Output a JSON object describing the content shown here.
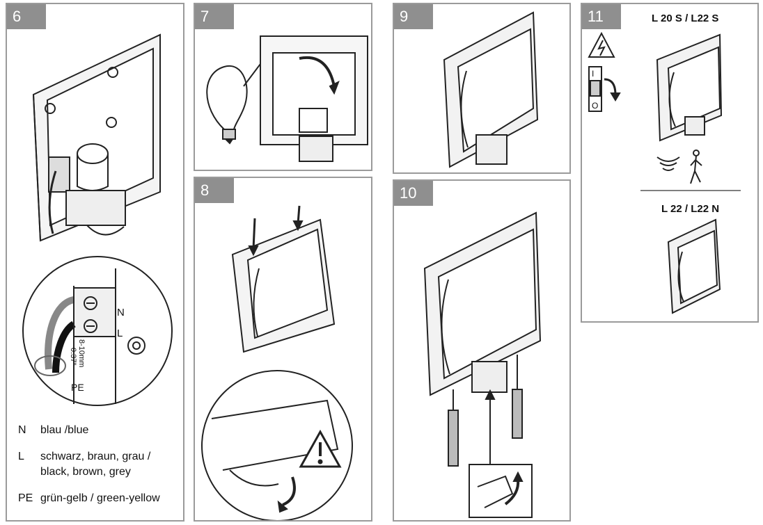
{
  "steps": [
    {
      "number": "6"
    },
    {
      "number": "7"
    },
    {
      "number": "8"
    },
    {
      "number": "9"
    },
    {
      "number": "10"
    },
    {
      "number": "11"
    }
  ],
  "wiring": {
    "terminal_labels": {
      "n": "N",
      "l": "L",
      "pe": "PE"
    },
    "strip_length": "8-10mm",
    "strip_length_imperial": "0.37\"",
    "legend": [
      {
        "code": "N",
        "lines": [
          "blau /blue"
        ]
      },
      {
        "code": "L",
        "lines": [
          "schwarz, braun, grau /",
          "black, brown, grey"
        ]
      },
      {
        "code": "PE",
        "lines": [
          "grün-gelb / green-yellow"
        ]
      }
    ]
  },
  "switch_labels": {
    "on": "I",
    "off": "O"
  },
  "variants": {
    "top_title": "L 20 S / L22 S",
    "bottom_title": "L 22 / L22 N"
  },
  "colors": {
    "badge": "#8f8f8f",
    "panel_border": "#9a9a9a",
    "line": "#222222"
  }
}
